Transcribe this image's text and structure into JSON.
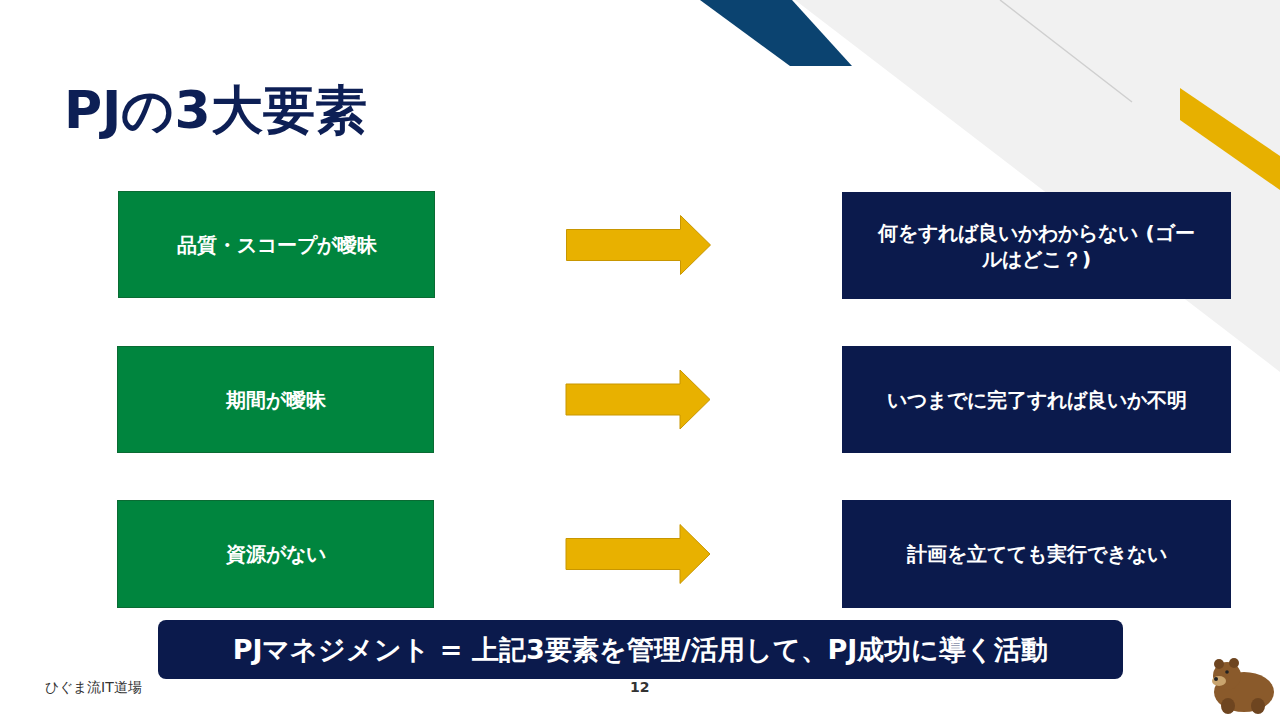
{
  "diagram": {
    "title": "PJの3大要素",
    "nodes": [
      {
        "text": [
          "品質・スコープが曖昧"
        ]
      },
      {
        "text": [
          "何をすれば良いかわからない (ゴールはどこ？)"
        ]
      },
      {
        "text": [
          "期間が曖昧"
        ]
      },
      {
        "text": [
          "いつまでに完了すれば良いか不明"
        ]
      },
      {
        "text": [
          "資源がない"
        ]
      },
      {
        "text": [
          "計画を立てても実行できない"
        ]
      },
      {
        "text": [
          "PJマネジメント = 上記3要素を管理/活用して、PJ成功に導く活動"
        ]
      }
    ],
    "edges": [
      {
        "from": 0,
        "to": 1,
        "arrow": "to"
      },
      {
        "from": 2,
        "to": 3,
        "arrow": "to"
      },
      {
        "from": 4,
        "to": 5,
        "arrow": "to"
      }
    ],
    "labels": [
      "ひぐま流IT道場",
      "12"
    ]
  }
}
